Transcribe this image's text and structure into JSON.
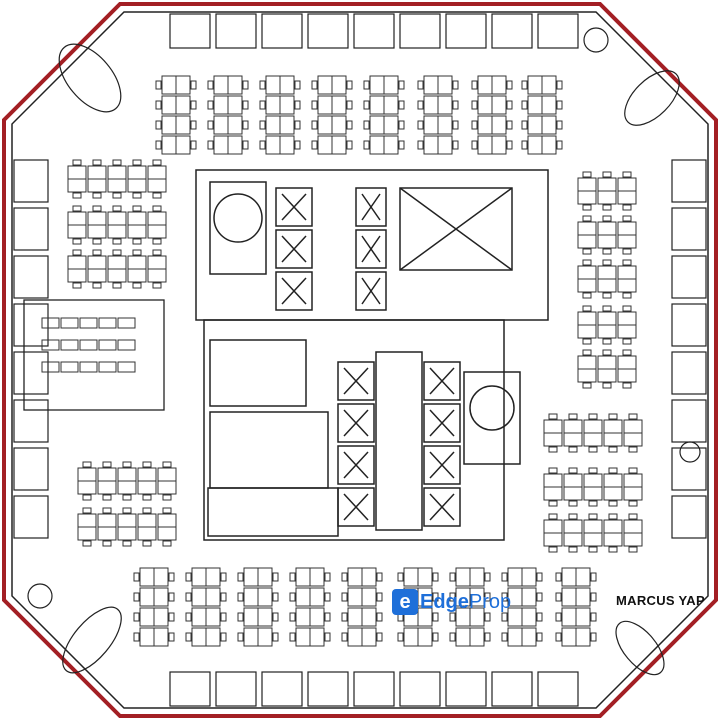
{
  "plan": {
    "colors": {
      "outline": "#a31f24",
      "walls": "#222222",
      "furniture": "#333333",
      "background": "#ffffff"
    }
  },
  "watermark": {
    "brand": "EdgeProp",
    "brand_part1": "Edge",
    "brand_part2": "Prop",
    "icon": "edgeprop-logo-icon",
    "color": "#1e6fd9"
  },
  "agent": {
    "name": "MARCUS YAP"
  }
}
